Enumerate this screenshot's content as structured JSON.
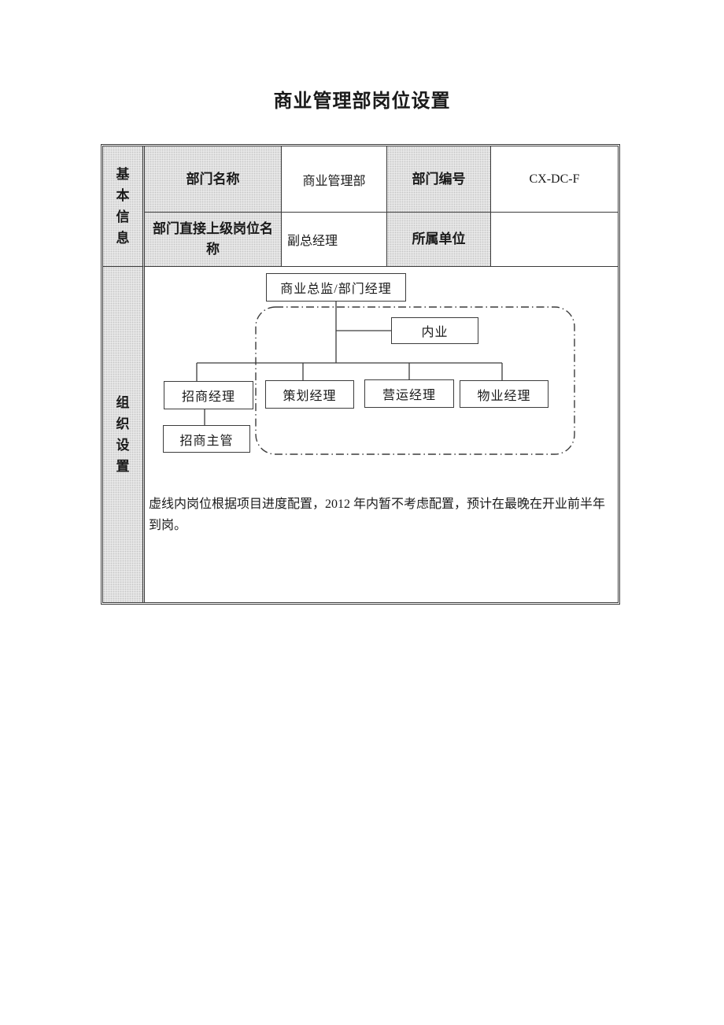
{
  "page": {
    "title": "商业管理部岗位设置"
  },
  "info_table": {
    "section_basic_label": "基本信息",
    "section_org_label": "组织设置",
    "row1": {
      "dept_name_label": "部门名称",
      "dept_name_value": "商业管理部",
      "dept_code_label": "部门编号",
      "dept_code_value": "CX-DC-F"
    },
    "row2": {
      "superior_label": "部门直接上级岗位名称",
      "superior_value": "副总经理",
      "unit_label": "所属单位",
      "unit_value": ""
    }
  },
  "org_chart": {
    "nodes": [
      {
        "label": "商业总监/部门经理"
      },
      {
        "label": "内业"
      },
      {
        "label": "招商经理"
      },
      {
        "label": "策划经理"
      },
      {
        "label": "营运经理"
      },
      {
        "label": "物业经理"
      },
      {
        "label": "招商主管"
      }
    ],
    "edges": [
      [
        "商业总监/部门经理",
        "内业"
      ],
      [
        "商业总监/部门经理",
        "招商经理"
      ],
      [
        "商业总监/部门经理",
        "策划经理"
      ],
      [
        "商业总监/部门经理",
        "营运经理"
      ],
      [
        "商业总监/部门经理",
        "物业经理"
      ],
      [
        "招商经理",
        "招商主管"
      ]
    ],
    "dashed_region_nodes": [
      "内业",
      "策划经理",
      "营运经理",
      "物业经理"
    ],
    "note": "虚线内岗位根据项目进度配置，2012 年内暂不考虑配置，预计在最晚在开业前半年到岗。"
  },
  "colors": {
    "page_bg": "#ffffff",
    "border": "#3c3c3c",
    "header_fill": "#e7e7e7",
    "text": "#1a1a1a"
  }
}
